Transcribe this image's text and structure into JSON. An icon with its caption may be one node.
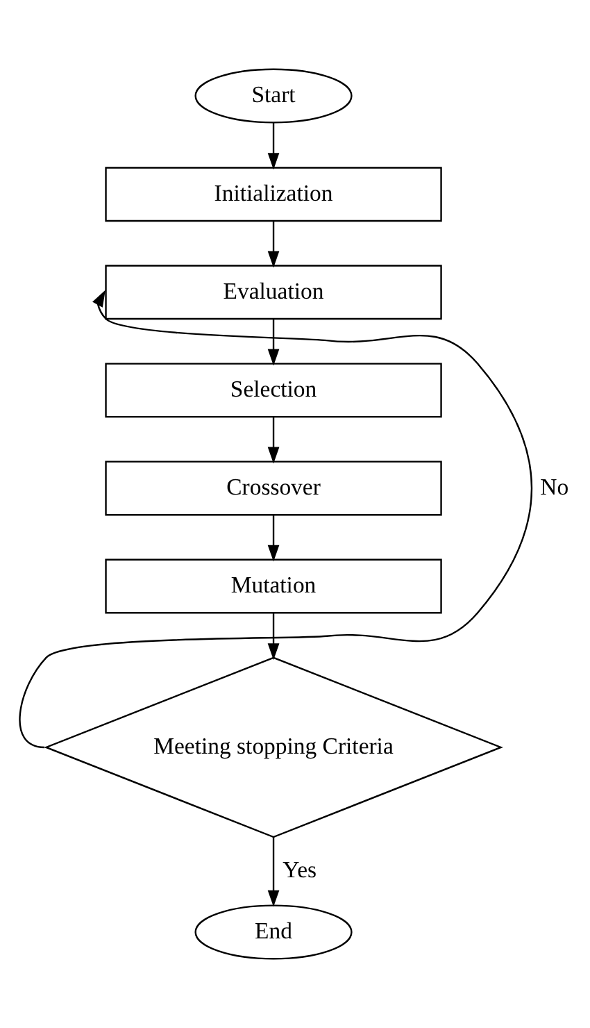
{
  "diagram": {
    "nodes": [
      {
        "text": [
          "Start"
        ]
      },
      {
        "text": [
          "Initialization"
        ]
      },
      {
        "text": [
          "Evaluation"
        ]
      },
      {
        "text": [
          "Selection"
        ]
      },
      {
        "text": [
          "Crossover"
        ]
      },
      {
        "text": [
          "Mutation"
        ]
      },
      {
        "text": [
          "Meeting stopping Criteria"
        ]
      },
      {
        "text": [
          "End"
        ]
      }
    ],
    "edges": [
      {
        "from": 0,
        "to": 1,
        "arrow": "to"
      },
      {
        "from": 1,
        "to": 2,
        "arrow": "to"
      },
      {
        "from": 2,
        "to": 3,
        "arrow": "to"
      },
      {
        "from": 3,
        "to": 4,
        "arrow": "to"
      },
      {
        "from": 4,
        "to": 5,
        "arrow": "to"
      },
      {
        "from": 5,
        "to": 6,
        "arrow": "to"
      },
      {
        "from": 6,
        "to": 2,
        "arrow": "to",
        "label": "No"
      },
      {
        "from": 6,
        "to": 7,
        "arrow": "to",
        "label": "Yes"
      }
    ]
  }
}
